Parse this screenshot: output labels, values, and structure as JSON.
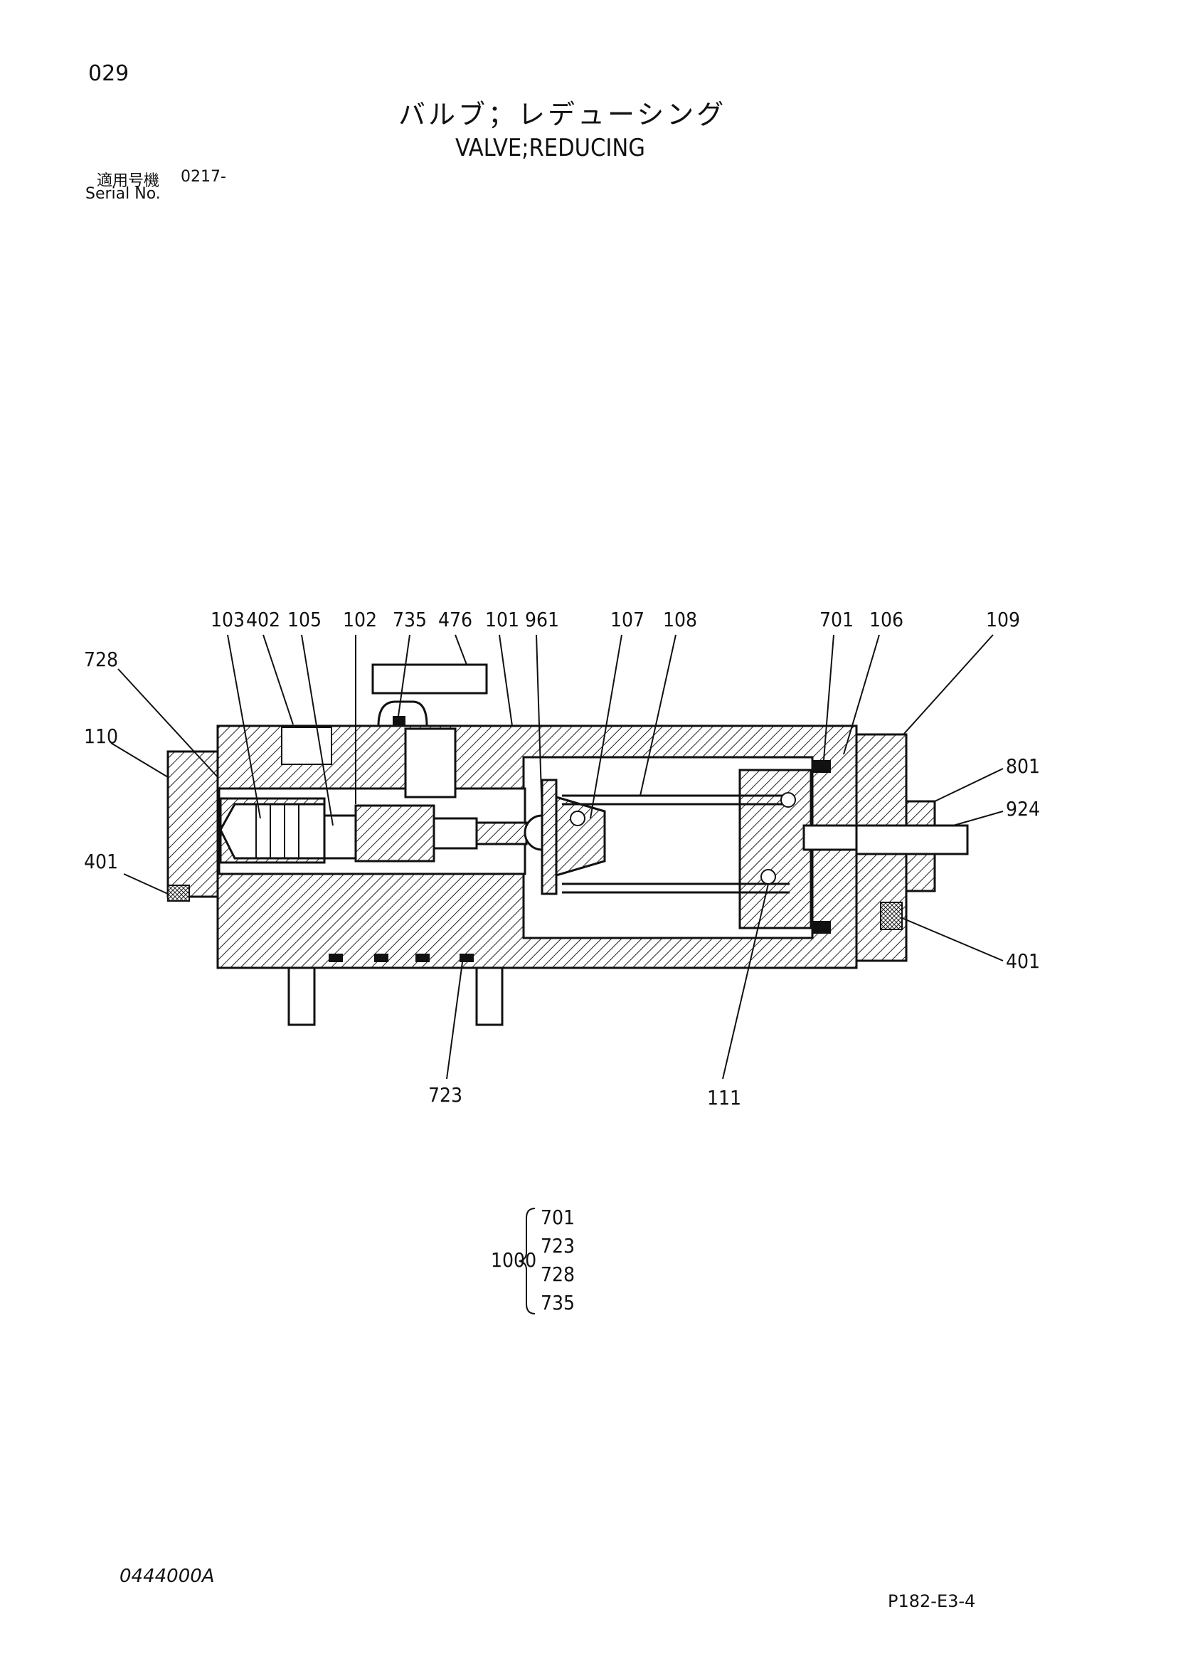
{
  "page_number": "029",
  "title": {
    "jp": "バルブ；レデューシング",
    "en": "VALVE;REDUCING"
  },
  "serial": {
    "label_jp": "適用号機",
    "value": "0217-",
    "label_en": "Serial No."
  },
  "part_labels": {
    "p103": "103",
    "p402": "402",
    "p105": "105",
    "p102": "102",
    "p735": "735",
    "p476": "476",
    "p101": "101",
    "p961": "961",
    "p107": "107",
    "p108": "108",
    "p701": "701",
    "p106": "106",
    "p109": "109",
    "p728": "728",
    "p110": "110",
    "p801": "801",
    "p924": "924",
    "p401_left": "401",
    "p401_right": "401",
    "p723": "723",
    "p111": "111"
  },
  "kit": {
    "id": "1000",
    "items": [
      "701",
      "723",
      "728",
      "735"
    ]
  },
  "footer": {
    "doc_code": "0444000A",
    "page_code": "P182-E3-4"
  }
}
